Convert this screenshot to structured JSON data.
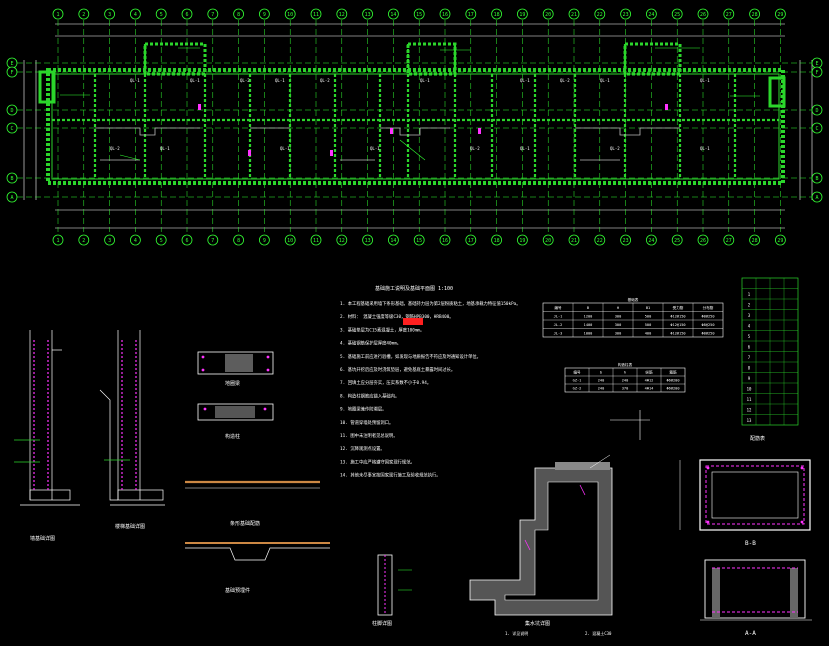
{
  "colors": {
    "background": "#000000",
    "wall_green": "#2bd62b",
    "axis_green": "#33ff33",
    "dim_white": "#ffffff",
    "magenta": "#ff33ff",
    "red": "#ff2020",
    "grey": "#8a8a8a"
  },
  "top_axis_labels": [
    "1",
    "2",
    "3",
    "4",
    "5",
    "6",
    "7",
    "8",
    "9",
    "10",
    "11",
    "12",
    "13",
    "14",
    "15",
    "16",
    "17",
    "18",
    "19",
    "20",
    "21",
    "22",
    "23",
    "24",
    "25",
    "26",
    "27",
    "28",
    "29"
  ],
  "bottom_axis_labels": [
    "1",
    "2",
    "3",
    "4",
    "5",
    "6",
    "7",
    "8",
    "9",
    "10",
    "11",
    "12",
    "13",
    "14",
    "15",
    "16",
    "17",
    "18",
    "19",
    "20",
    "21",
    "22",
    "23",
    "24",
    "25",
    "26",
    "27",
    "28",
    "29"
  ],
  "side_axis_labels": [
    "E",
    "F",
    "D",
    "C",
    "B",
    "A"
  ],
  "plan_room_tags": [
    "QL-1",
    "QL-1",
    "QL-2",
    "QL-1",
    "QL-2",
    "QL-1",
    "QL-1",
    "QL-2",
    "QL-1",
    "QL-1",
    "QL-2",
    "QL-1"
  ],
  "notes_title": "基础施工说明及基础平面图 1:100",
  "notes_lines": [
    "1. 本工程基础采用墙下条形基础，基础持力层为第2层粉质粘土，地基承载力特征值150kPa。",
    "2. 材料：  混凝土强度等级C30，钢筋HPB300，HRB400。",
    "3. 基础垫层为C15素混凝土，厚度100mm。",
    "4. 基础钢筋保护层厚度40mm。",
    "5. 基础施工前应进行验槽，如发现与地质报告不符应及时通知设计单位。",
    "6. 基坑开挖后应及时浇筑垫层，避免基底土暴露时间过长。",
    "7. 回填土应分层夯实，压实系数不小于0.94。",
    "8. 构造柱钢筋应锚入基础内。",
    "9. 地圈梁兼作防潮层。",
    "10. 管道穿墙处预留洞口。",
    "11. 图中未注明者见总说明。",
    "12. 沉降观测点设置。",
    "13. 施工中应严格遵守国家现行规范。",
    "14. 其他未尽事宜按国家现行施工及验收规范执行。"
  ],
  "table_a": {
    "title": "基础表",
    "headers": [
      "编号",
      "B",
      "H",
      "B1",
      "受力筋",
      "分布筋"
    ],
    "rows": [
      [
        "JL-1",
        "1200",
        "300",
        "500",
        "Φ12@150",
        "Φ8@250"
      ],
      [
        "JL-2",
        "1400",
        "300",
        "500",
        "Φ12@150",
        "Φ8@250"
      ],
      [
        "JL-3",
        "1000",
        "300",
        "400",
        "Φ12@150",
        "Φ8@250"
      ]
    ]
  },
  "table_b": {
    "title": "构造柱表",
    "headers": [
      "编号",
      "b",
      "h",
      "纵筋",
      "箍筋"
    ],
    "rows": [
      [
        "GZ-1",
        "240",
        "240",
        "4Φ12",
        "Φ6@200"
      ],
      [
        "GZ-2",
        "240",
        "370",
        "4Φ14",
        "Φ6@200"
      ]
    ]
  },
  "level_table_rows": [
    "1",
    "2",
    "3",
    "4",
    "5",
    "6",
    "7",
    "8",
    "9",
    "10",
    "11",
    "12",
    "13"
  ],
  "detail_captions": {
    "wall_section_1": "墙基础详图",
    "wall_section_2": "楼梯基础详图",
    "beam_1": "地圈梁",
    "beam_2": "构造柱",
    "strip_detail": "条形基础配筋",
    "embed_detail": "基础预埋件",
    "column_detail": "柱脚详图",
    "pit_detail": "集水坑详图",
    "pit_note_1": "1. 详见说明",
    "pit_note_2": "2. 混凝土C30",
    "section_b": "B-B",
    "section_a": "A-A",
    "table_c_title": "配筋表"
  }
}
